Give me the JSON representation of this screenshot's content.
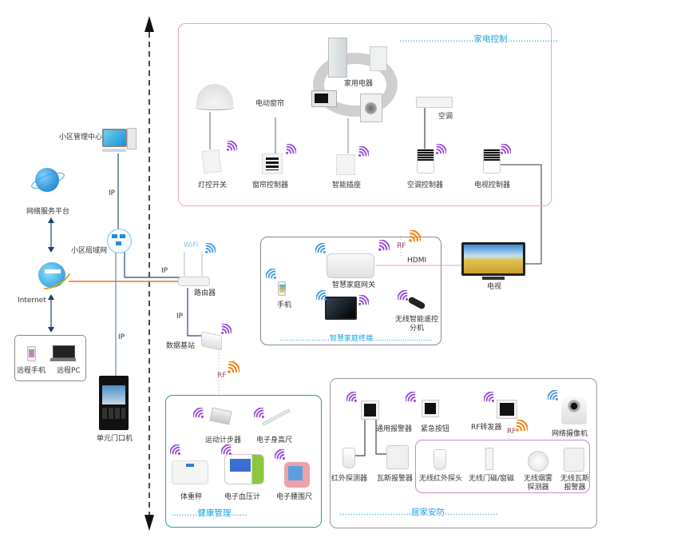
{
  "sections": {
    "appliance_control": {
      "title": "家电控制"
    },
    "smart_terminal": {
      "title": "智慧家庭终端"
    },
    "health": {
      "title": "健康管理"
    },
    "security": {
      "title": "居家安防"
    }
  },
  "network": {
    "community_center": "小区管理中心",
    "network_platform": "网络服务平台",
    "community_lan": "小区局域网",
    "internet": "Internet",
    "remote_phone": "远程手机",
    "remote_pc": "远程PC",
    "door_unit": "单元门口机",
    "router": "路由器",
    "wifi": "WiFi",
    "data_station": "数据基站",
    "ip_label": "IP",
    "rf_label": "RF",
    "hdmi_label": "HDMI"
  },
  "appliances": {
    "light_switch": "灯控开关",
    "curtain_motor": "电动窗帘",
    "curtain_controller": "窗帘控制器",
    "home_appliances": "家用电器",
    "smart_socket": "智能插座",
    "air_conditioner": "空调",
    "ac_controller": "空调控制器",
    "tv_controller": "电视控制器"
  },
  "terminal": {
    "gateway": "智慧家庭网关",
    "phone": "手机",
    "remote_unit_line1": "无线智能遥控",
    "remote_unit_line2": "分机",
    "tv": "电视"
  },
  "health_devices": {
    "pedometer": "运动计步器",
    "height_ruler": "电子身高尺",
    "scale": "体重秤",
    "blood_pressure": "电子血压计",
    "waist_ruler": "电子腰围尺"
  },
  "security_devices": {
    "general_alarm": "通用报警器",
    "emergency_button": "紧急按钮",
    "rf_repeater": "RF转发器",
    "ip_camera": "网络摄像机",
    "infrared_detector": "红外探测器",
    "gas_alarm": "瓦斯报警器",
    "wireless_infrared": "无线红外探头",
    "wireless_door_sensor": "无线门磁/窗磁",
    "wireless_smoke_line1": "无线烟雾",
    "wireless_smoke_line2": "探测器",
    "wireless_gas_line1": "无线瓦斯",
    "wireless_gas_line2": "报警器"
  },
  "colors": {
    "appliance_border": "#f0a0c8",
    "terminal_border": "#888888",
    "health_border": "#2a9d9a",
    "security_border": "#999999",
    "wireless_subbox": "#c08ae0",
    "title_blue": "#1aa3e0",
    "wifi_purple": "#9b4fd6",
    "wifi_blue": "#4a9be0",
    "rf_orange": "#f08a1c",
    "internet_line": "#e8742a",
    "ip_line": "#2a4a7a",
    "hdmi_line": "#f0a0c8"
  }
}
